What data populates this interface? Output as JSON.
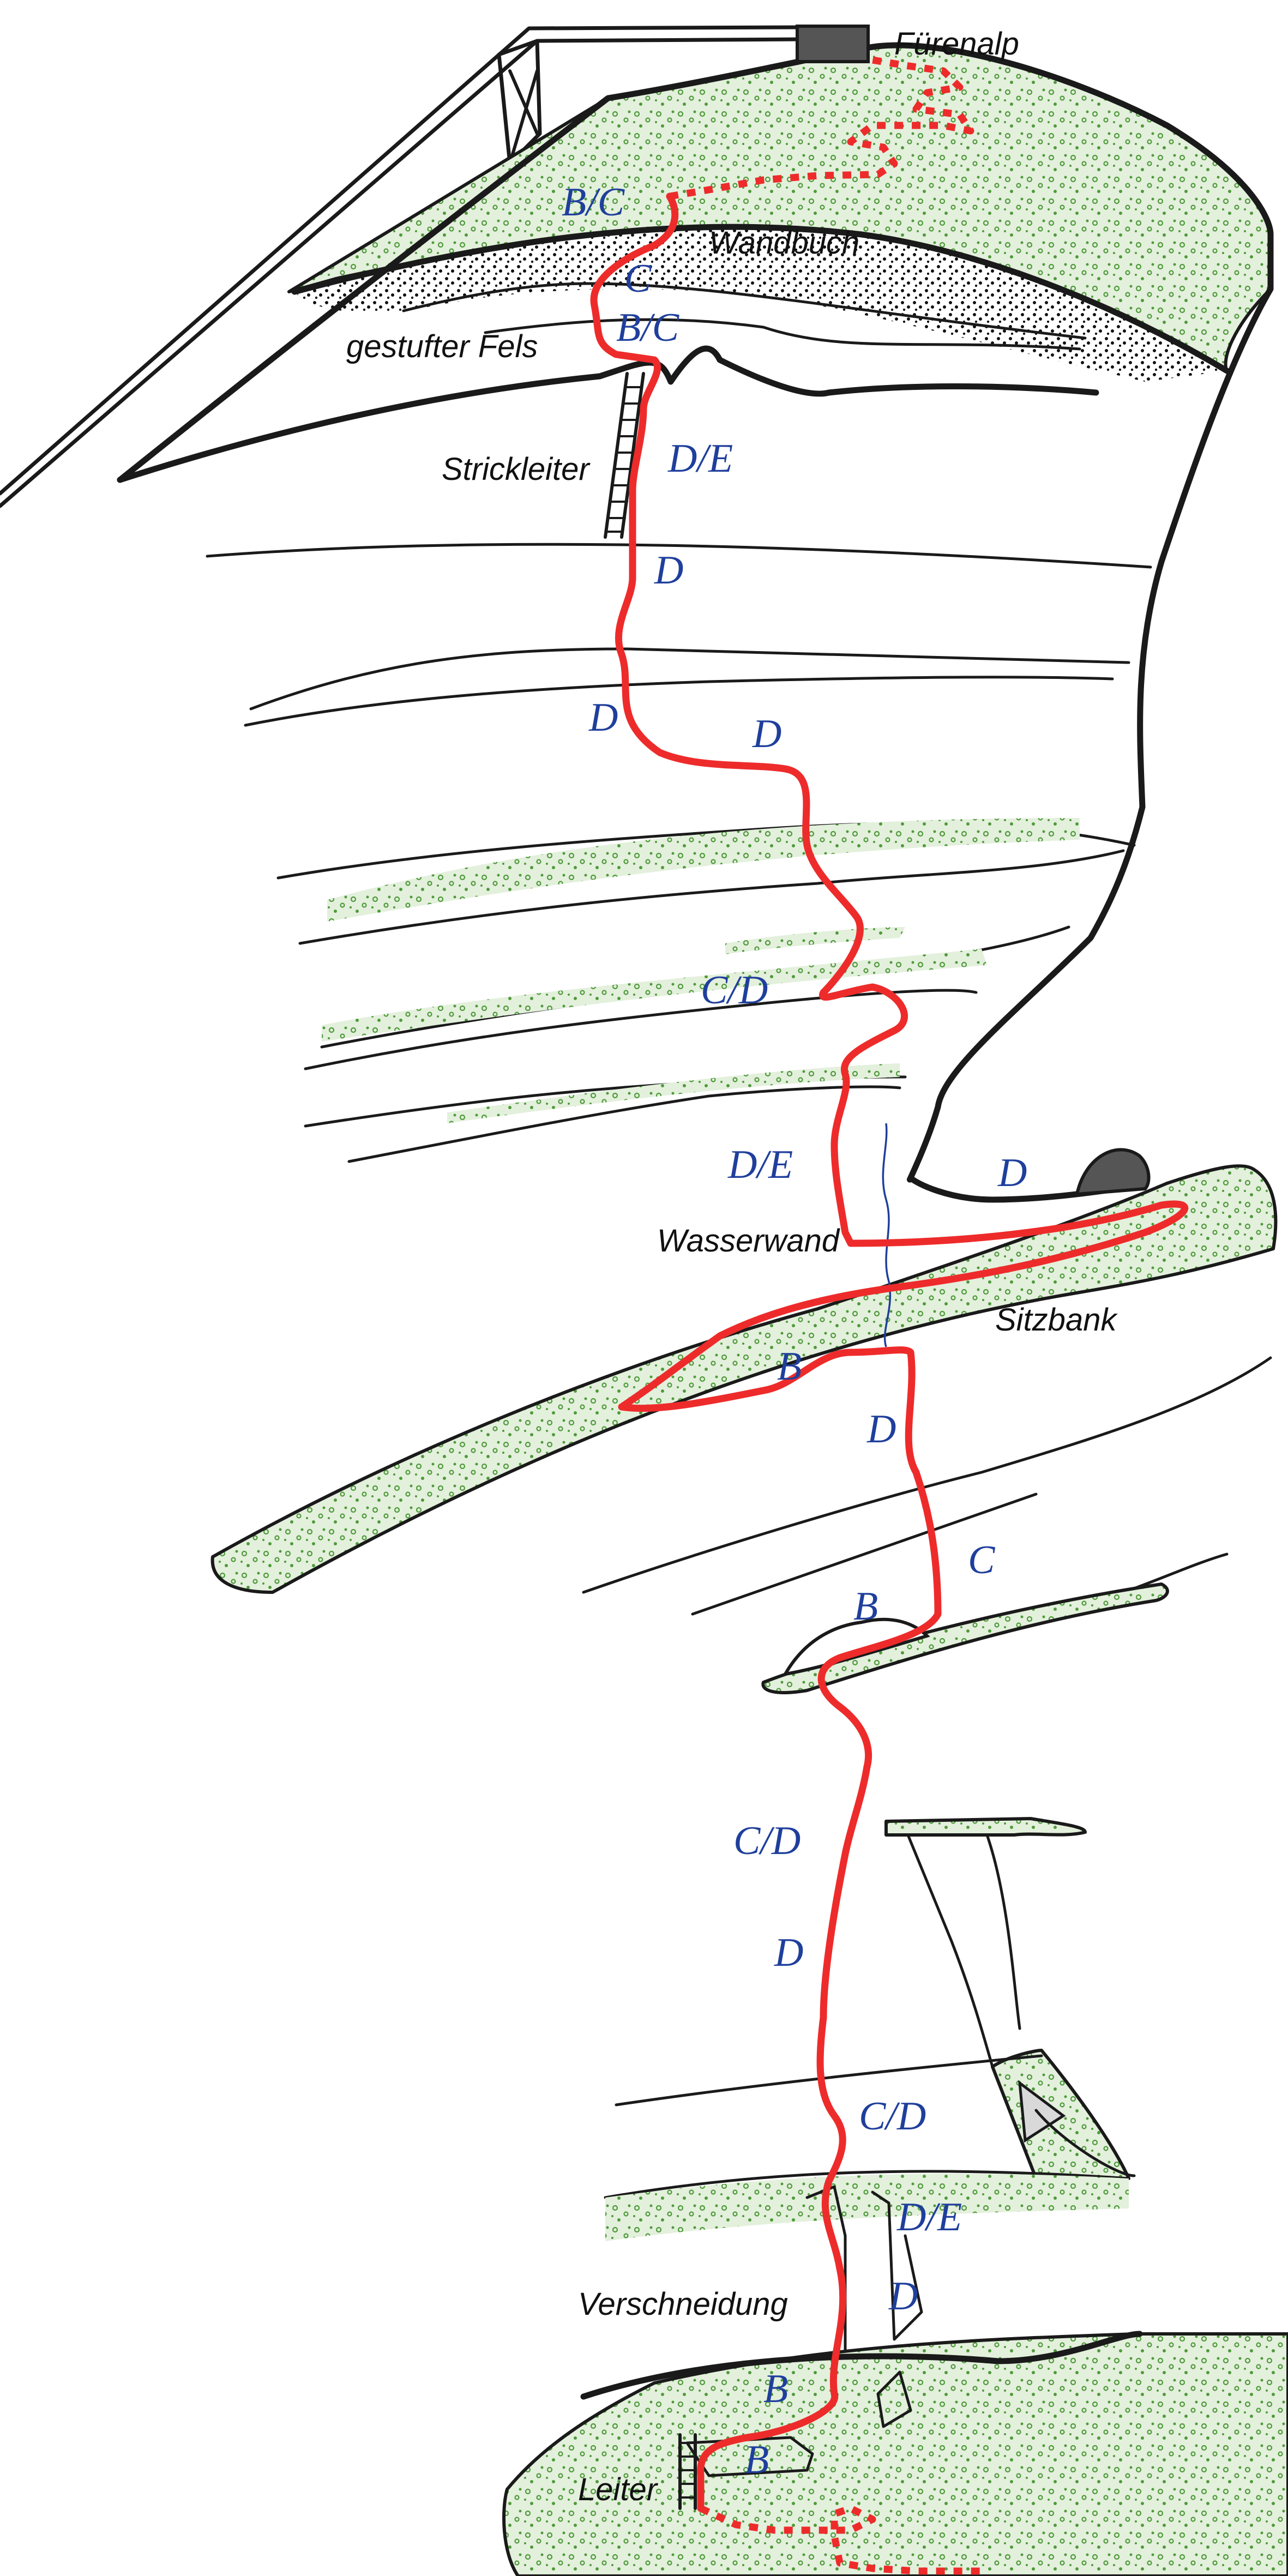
{
  "colors": {
    "route": "#ee2b2b",
    "grade_text": "#1f3f9c",
    "grass_fill": "#e3f0dc",
    "grass_dot": "#4f9a3b",
    "rock_line": "#1a1a1a",
    "building": "#555555"
  },
  "places": {
    "station": "Fürenalp",
    "book": "Wandbuch",
    "stepped_rock": "gestufter Fels",
    "rope_ladder": "Strickleiter",
    "water_wall": "Wasserwand",
    "bench": "Sitzbank",
    "dihedral": "Verschneidung",
    "ladder": "Leiter"
  },
  "grades": {
    "top_bc": "B/C",
    "top_c": "C",
    "upper_bc": "B/C",
    "ladder_de": "D/E",
    "wall_d1": "D",
    "wall_d2": "D",
    "wall_d3": "D",
    "mid_cd": "C/D",
    "water_de": "D/E",
    "ledge_d": "D",
    "ledge_b": "B",
    "below_d": "D",
    "small_b": "B",
    "small_c": "C",
    "lower_cd": "C/D",
    "lower_d": "D",
    "bottom_cd": "C/D",
    "bottom_de": "D/E",
    "dihedral_d": "D",
    "base_b1": "B",
    "base_b2": "B"
  }
}
